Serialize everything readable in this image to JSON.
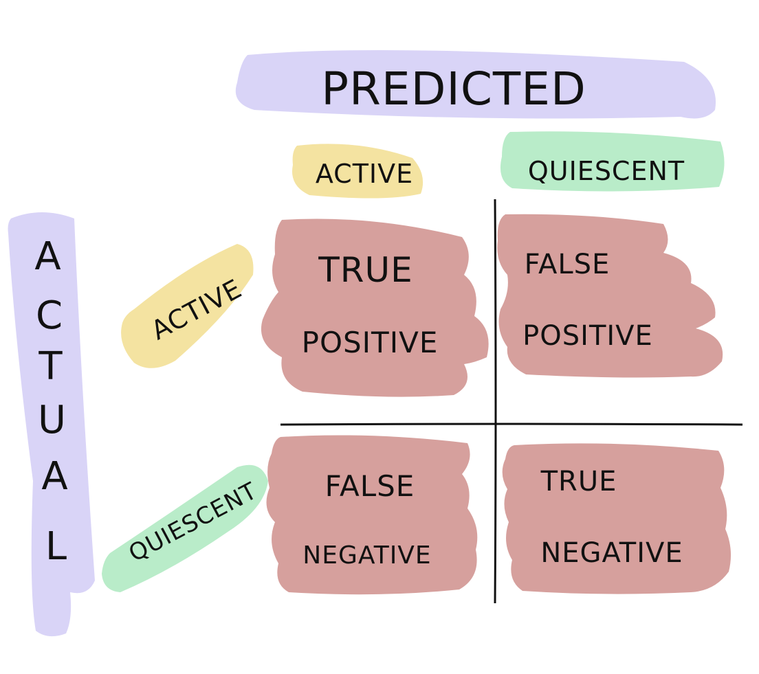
{
  "header": {
    "predicted_label": "PREDICTED",
    "actual_label": "ACTUAL",
    "actual_letters": [
      "A",
      "C",
      "T",
      "U",
      "A",
      "L"
    ]
  },
  "predicted_classes": {
    "active": "ACTIVE",
    "quiescent": "QUIESCENT"
  },
  "actual_classes": {
    "active": "ACTIVE",
    "quiescent": "QUIESCENT"
  },
  "cells": {
    "tp": {
      "line1": "TRUE",
      "line2": "POSITIVE"
    },
    "fp": {
      "line1": "FALSE",
      "line2": "POSITIVE"
    },
    "fn": {
      "line1": "FALSE",
      "line2": "NEGATIVE"
    },
    "tn": {
      "line1": "TRUE",
      "line2": "NEGATIVE"
    }
  },
  "colors": {
    "lavender": "#d9d4f7",
    "yellow": "#f4e3a1",
    "green": "#b9ecc9",
    "rose": "#d6a09d",
    "ink": "#111111"
  }
}
